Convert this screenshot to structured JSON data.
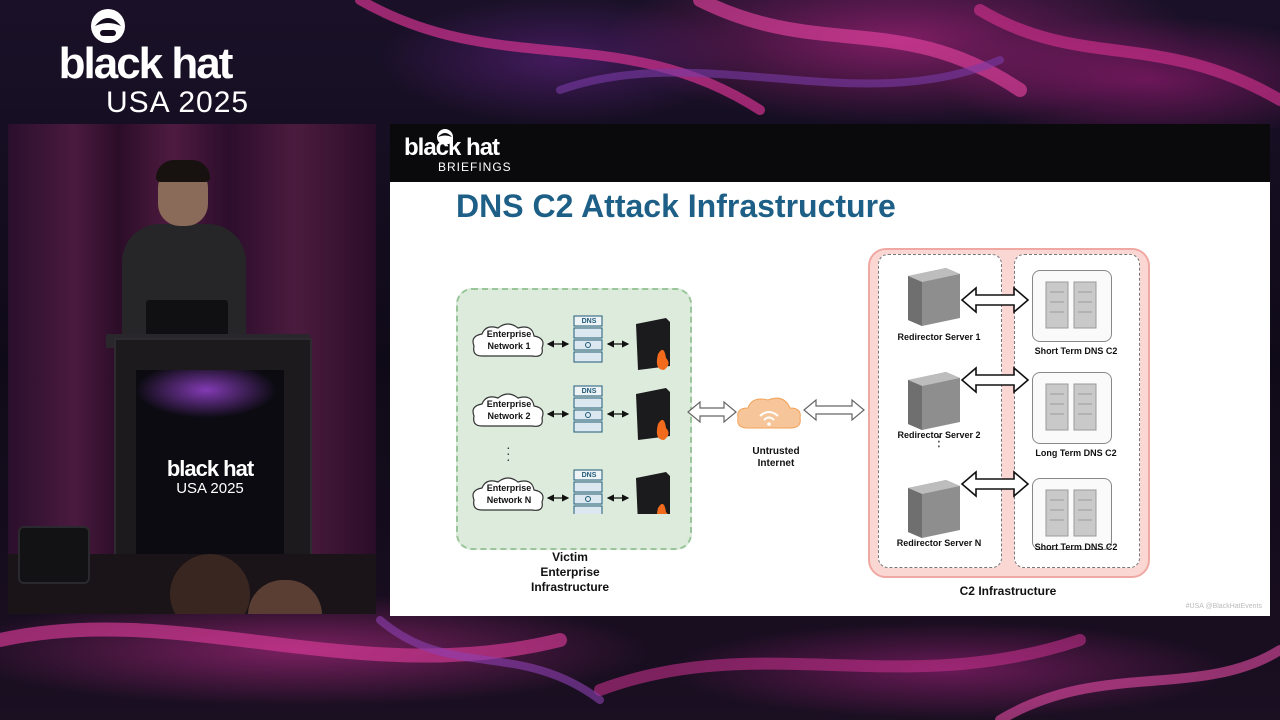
{
  "event": {
    "brand": "black hat",
    "edition": "USA 2025"
  },
  "podium": {
    "brand": "black hat",
    "edition": "USA 2025"
  },
  "slide": {
    "header_brand": "black hat",
    "header_sub": "BRIEFINGS",
    "title": "DNS C2 Attack Infrastructure",
    "footer": "#USA   @BlackHatEvents",
    "victim": {
      "label_lines": [
        "Victim",
        "Enterprise",
        "Infrastructure"
      ],
      "networks": [
        {
          "line1": "Enterprise",
          "line2": "Network 1"
        },
        {
          "line1": "Enterprise",
          "line2": "Network 2"
        },
        {
          "line1": "Enterprise",
          "line2": "Network N"
        }
      ],
      "dns_tag": "DNS"
    },
    "internet": {
      "line1": "Untrusted",
      "line2": "Internet"
    },
    "c2": {
      "label": "C2 Infrastructure",
      "redirectors": [
        "Redirector Server 1",
        "Redirector Server 2",
        "Redirector Server N"
      ],
      "backends": [
        "Short Term DNS C2",
        "Long Term DNS C2",
        "Short Term DNS C2"
      ]
    }
  },
  "colors": {
    "title": "#1d5f86",
    "victim_fill": "#dcebdc",
    "c2_fill": "#fbd7d4",
    "cloud_orange": "#f3a35a"
  }
}
